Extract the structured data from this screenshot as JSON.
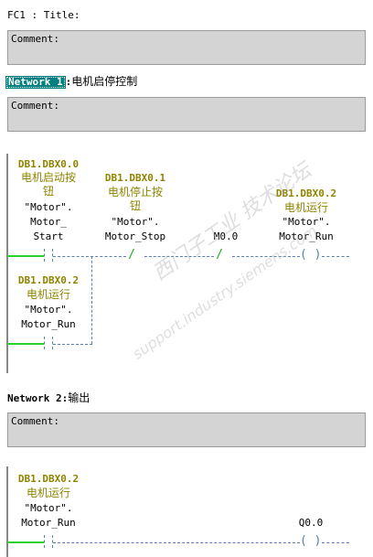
{
  "header": {
    "fc_title": "FC1 : Title:"
  },
  "network1": {
    "label": "Network 1",
    "separator": ":",
    "title": "电机启停控制",
    "comment": "Comment:",
    "contact_start": {
      "address": "DB1.DBX0.0",
      "desc_line1": "电机启动按",
      "desc_line2": "钮",
      "sym_line1": "\"Motor\".",
      "sym_line2": "Motor_",
      "sym_line3": "Start"
    },
    "contact_stop": {
      "address": "DB1.DBX0.1",
      "desc_line1": "电机停止按",
      "desc_line2": "钮",
      "sym_line1": "\"Motor\".",
      "sym_line2": "Motor_Stop"
    },
    "contact_m": {
      "label": "M0.0"
    },
    "coil_run": {
      "address": "DB1.DBX0.2",
      "desc": "电机运行",
      "sym_line1": "\"Motor\".",
      "sym_line2": "Motor_Run"
    },
    "contact_hold": {
      "address": "DB1.DBX0.2",
      "desc": "电机运行",
      "sym_line1": "\"Motor\".",
      "sym_line2": "Motor_Run"
    }
  },
  "network2": {
    "label": "Network 2",
    "separator": ":",
    "title": "输出",
    "comment": "Comment:",
    "contact_run": {
      "address": "DB1.DBX0.2",
      "desc": "电机运行",
      "sym_line1": "\"Motor\".",
      "sym_line2": "Motor_Run"
    },
    "coil_q": {
      "label": "Q0.0"
    }
  },
  "watermark": {
    "line1": "西门子工业 技术论坛",
    "line2": "support.industry.siemens.com"
  },
  "symbols": {
    "nc_contact": "/",
    "coil": "( )"
  }
}
